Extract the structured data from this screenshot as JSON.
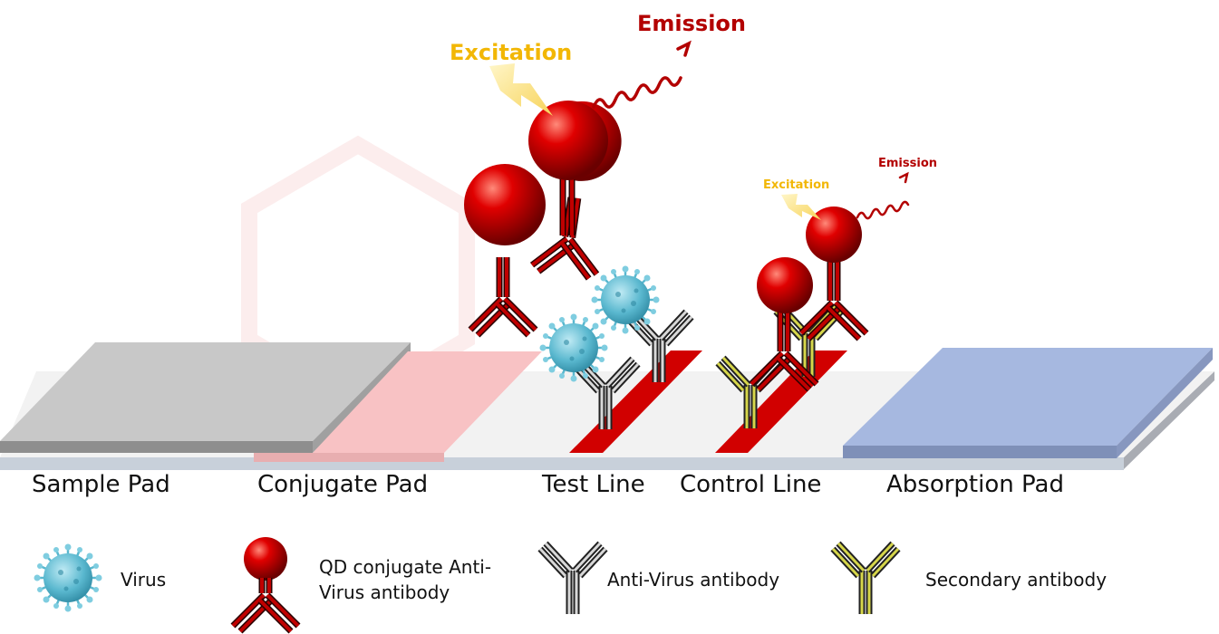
{
  "annotations": {
    "excitation": "Excitation",
    "emission": "Emission",
    "excitation_small": "Excitation",
    "emission_small": "Emission"
  },
  "strip_labels": {
    "sample_pad": "Sample Pad",
    "conjugate_pad": "Conjugate Pad",
    "test_line": "Test Line",
    "control_line": "Control Line",
    "absorption_pad": "Absorption Pad"
  },
  "legend": {
    "virus": "Virus",
    "qd_conjugate_line1": "QD conjugate Anti-",
    "qd_conjugate_line2": "Virus antibody",
    "anti_virus_antibody": "Anti-Virus antibody",
    "secondary_antibody": "Secondary antibody"
  },
  "colors": {
    "excitation": "#f2b705",
    "emission": "#b30000",
    "sample_pad": "#c8c8c8",
    "conjugate_pad": "#f8c2c4",
    "absorption_pad": "#a6b8e0",
    "test_control_line": "#d10000",
    "qd_sphere": "#d40000",
    "virus": "#5ab8cf"
  },
  "icons": [
    "lightning-bolt-icon",
    "wavy-arrow-icon",
    "virus-icon",
    "antibody-icon"
  ]
}
